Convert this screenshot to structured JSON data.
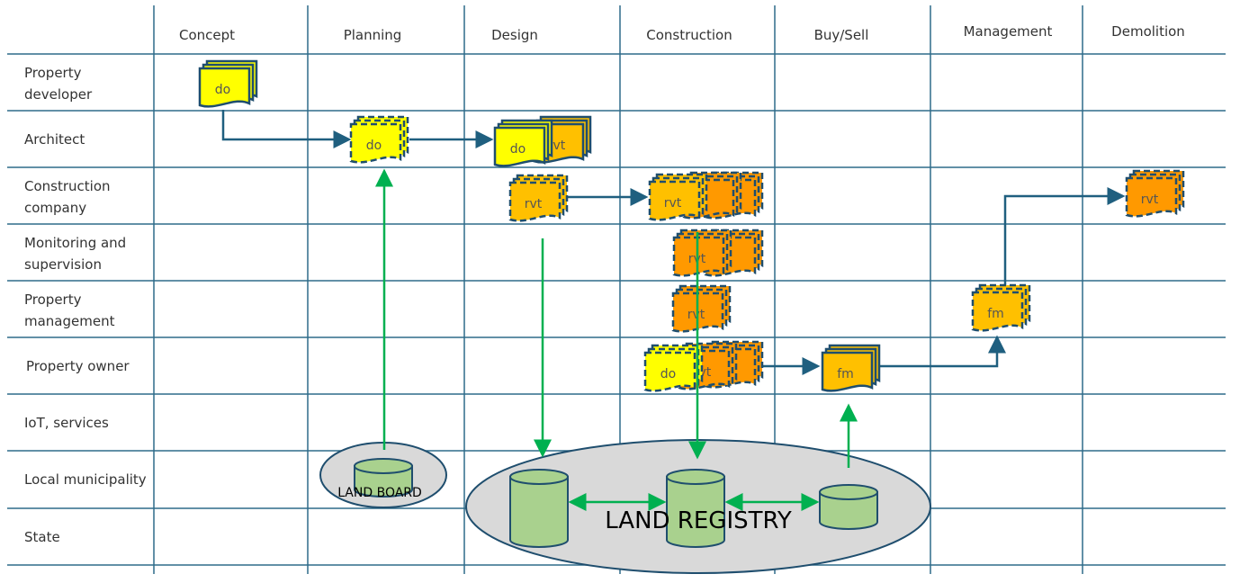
{
  "columns": [
    "Concept",
    "Planning",
    "Design",
    "Construction",
    "Buy/Sell",
    "Management",
    "Demolition"
  ],
  "rows": [
    [
      "Property",
      "developer"
    ],
    [
      "Architect"
    ],
    [
      "Construction",
      "company"
    ],
    [
      "Monitoring and",
      "supervision"
    ],
    [
      "Property",
      "management"
    ],
    [
      "Property owner"
    ],
    [
      "IoT, services"
    ],
    [
      "Local municipality"
    ],
    [
      "State"
    ]
  ],
  "document_types": {
    "do": "do",
    "rvt": "rvt",
    "fm": "fm"
  },
  "databases": {
    "land_board": "LAND BOARD",
    "land_registry": "LAND REGISTRY"
  },
  "colors": {
    "grid": "#2e6b8a",
    "flow": "#1f5f7f",
    "data_flow": "#00b050",
    "yellow": "#ffff00",
    "amber": "#ffc000",
    "orange": "#ff9900",
    "db": "#a9d18e",
    "registry": "#d9d9d9"
  }
}
